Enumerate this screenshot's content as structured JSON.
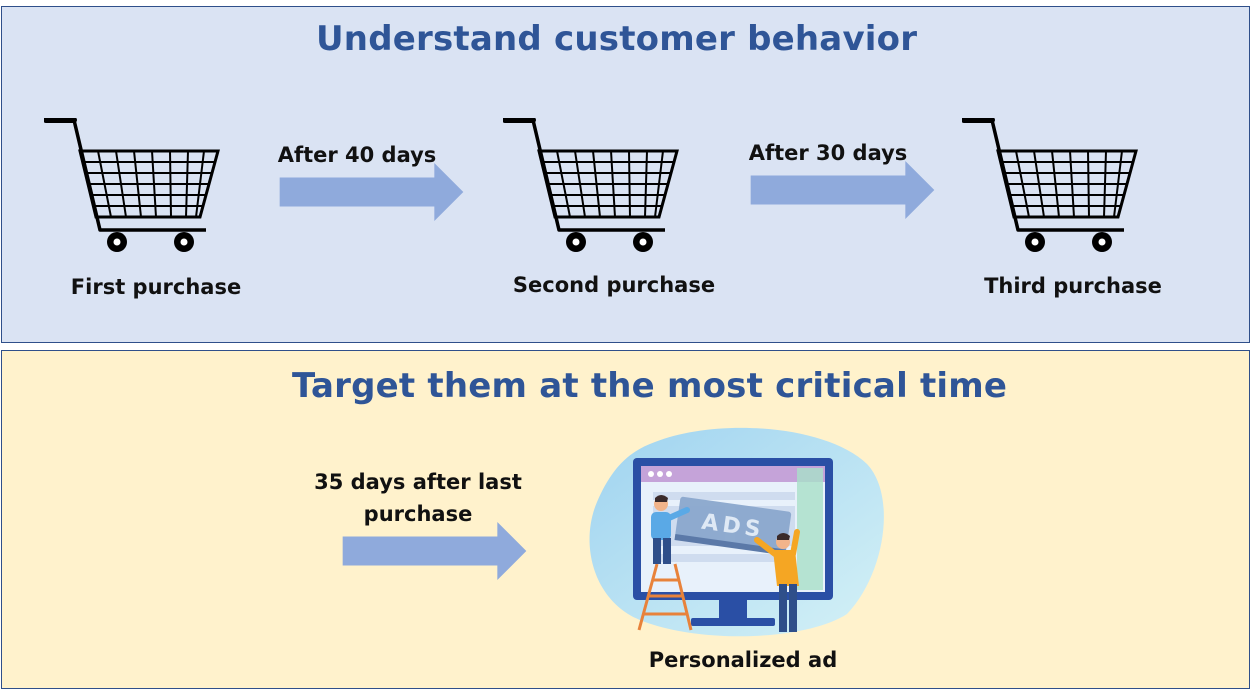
{
  "top_panel": {
    "title": "Understand customer behavior",
    "steps": [
      {
        "label": "First purchase",
        "icon": "shopping-cart-icon"
      },
      {
        "label": "Second purchase",
        "icon": "shopping-cart-icon"
      },
      {
        "label": "Third purchase",
        "icon": "shopping-cart-icon"
      }
    ],
    "intervals": [
      {
        "label": "After 40 days"
      },
      {
        "label": "After 30 days"
      }
    ]
  },
  "bottom_panel": {
    "title": "Target them at the most critical time",
    "timing_line1": "35 days after last",
    "timing_line2": "purchase",
    "ad_board_text": "ADS",
    "ad_label": "Personalized ad"
  },
  "colors": {
    "top_bg": "#dae3f3",
    "bottom_bg": "#fff2cc",
    "title": "#2f5597",
    "arrow": "#8faadc",
    "border": "#2f4f8a"
  }
}
